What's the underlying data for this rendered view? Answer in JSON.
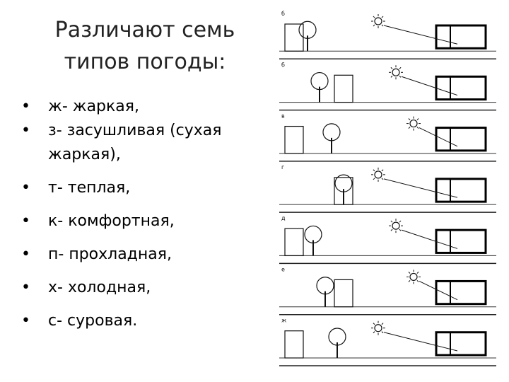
{
  "title": {
    "line1": "Различают семь",
    "line2": "типов погоды:"
  },
  "items": [
    "ж- жаркая,",
    "з- засушливая (сухая жаркая),",
    "т- теплая,",
    "к- комфортная,",
    "п- прохладная,",
    "х- холодная,",
    "с- суровая."
  ],
  "figure": {
    "panel_labels": [
      "б",
      "б",
      "в",
      "г",
      "д",
      "е",
      "ж"
    ]
  }
}
